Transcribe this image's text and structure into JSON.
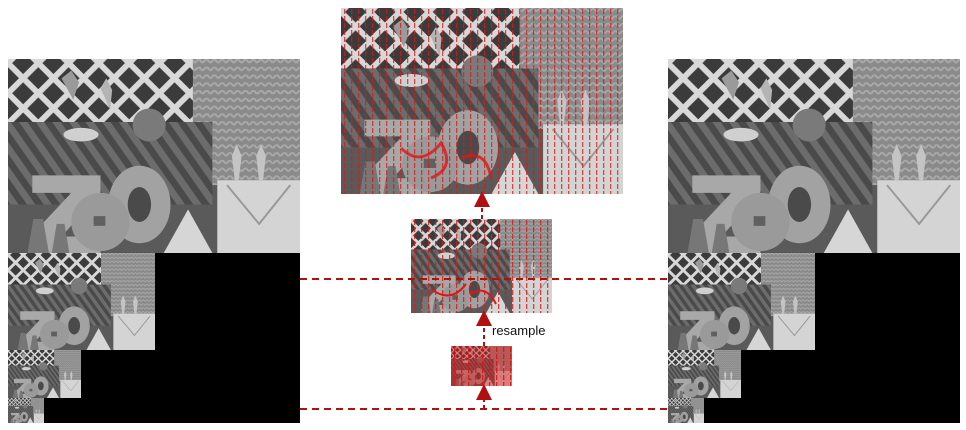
{
  "diagram": {
    "resample_label": "resample",
    "colors": {
      "arrow": "#b01010",
      "flow_overlay": "#e01515",
      "pyramid_background": "#000000",
      "photo_dark": "#3a3a3a",
      "photo_light": "#c8c8c8"
    },
    "panels": {
      "left_pyramid": {
        "icon": "image-pyramid-grayscale"
      },
      "right_pyramid": {
        "icon": "image-pyramid-grayscale"
      },
      "center_stack": {
        "levels": [
          "full-resolution-flow",
          "mid-resolution-flow",
          "coarse-resolution-flow"
        ]
      }
    }
  }
}
